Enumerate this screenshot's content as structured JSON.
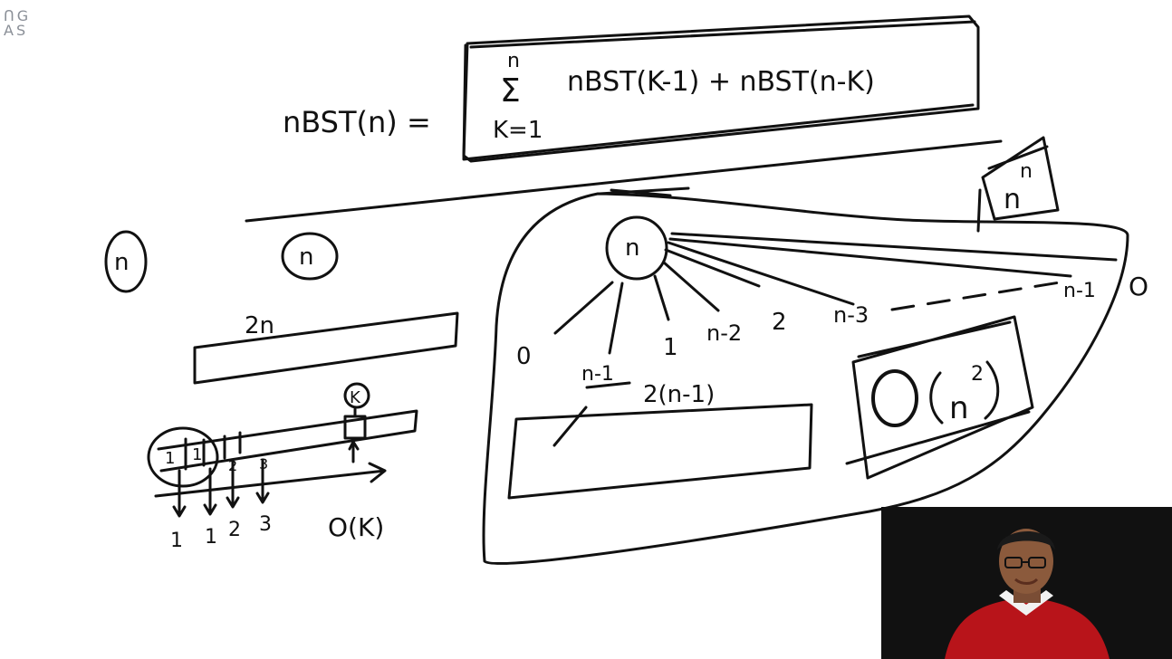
{
  "logo": {
    "line1": "ᑎG",
    "line2": "AS"
  },
  "formula": {
    "lhs": "nBST(n) =",
    "sum_upper": "n",
    "sum_symbol": "Σ",
    "sum_lower": "K=1",
    "body": "nBST(K-1) + nBST(n-K)"
  },
  "complexity_box": {
    "exp_base": "n",
    "exp_power": "n"
  },
  "left": {
    "circle_n1": "n",
    "circle_n2": "n",
    "bar_label": "2n",
    "k_label": "K",
    "cells": [
      "1",
      "1"
    ],
    "small_labels": [
      "2",
      "3"
    ],
    "bottom_values": [
      "1",
      "1",
      "2",
      "3"
    ],
    "complexity": "O(K)"
  },
  "tree": {
    "root": "n",
    "children": [
      "0",
      "1",
      "n-2",
      "2",
      "n-3",
      "n-1"
    ],
    "left_child_top": "n-1",
    "right_end": "O",
    "bar_label": "2(n-1)",
    "result": "O(n²)",
    "result_base": "n",
    "result_power": "2",
    "result_o": "O"
  }
}
